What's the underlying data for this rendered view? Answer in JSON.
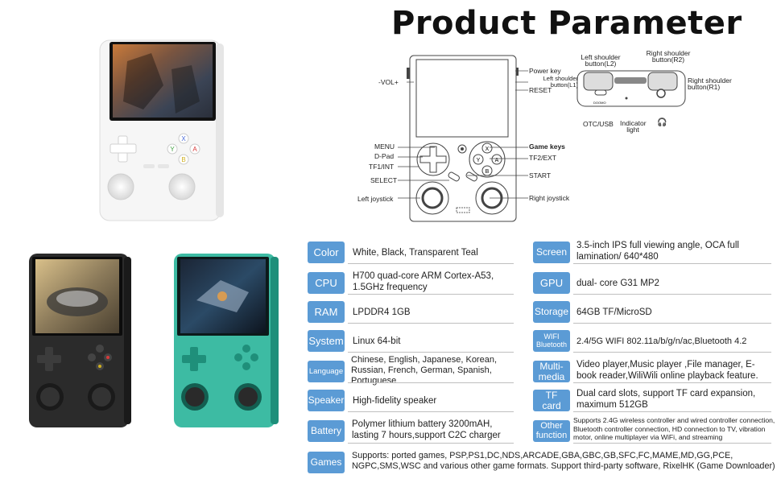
{
  "title": "Product Parameter",
  "diagram": {
    "front_labels_left": {
      "vol": "-VOL+",
      "menu": "MENU",
      "dpad": "D-Pad",
      "tf1": "TF1/INT",
      "select": "SELECT",
      "left_joystick": "Left joystick"
    },
    "front_labels_right": {
      "power": "Power key",
      "left_shoulder_small": "Left shoulder button(L1)",
      "reset": "RESET",
      "game_keys": "Game keys",
      "tf2": "TF2/EXT",
      "start": "START",
      "right_joystick": "Right joystick"
    },
    "top_labels": {
      "l2": "Left shoulder button(L2)",
      "r2": "Right shoulder button(R2)",
      "r1": "Right shoulder button(R1)",
      "otg": "OTC/USB",
      "indicator": "Indicator light",
      "headphone": "🎧"
    }
  },
  "specs": {
    "left": [
      {
        "label": "Color",
        "value": "White, Black, Transparent Teal"
      },
      {
        "label": "CPU",
        "value": "H700 quad-core ARM Cortex-A53, 1.5GHz frequency"
      },
      {
        "label": "RAM",
        "value": "LPDDR4  1GB"
      },
      {
        "label": "System",
        "value": "Linux 64-bit"
      },
      {
        "label": "Language",
        "value": "Chinese, English, Japanese, Korean, Russian, French, German, Spanish, Portuguese"
      },
      {
        "label": "Speaker",
        "value": "High-fidelity speaker"
      },
      {
        "label": "Battery",
        "value": "Polymer lithium battery 3200mAH, lasting 7  hours,support C2C charger"
      }
    ],
    "right": [
      {
        "label": "Screen",
        "value": "3.5-inch IPS full viewing angle, OCA full lamination/ 640*480"
      },
      {
        "label": "GPU",
        "value": "dual- core G31 MP2"
      },
      {
        "label": "Storage",
        "value": "64GB TF/MicroSD"
      },
      {
        "label": "WIFI Bluetooth",
        "value": "2.4/5G WIFI 802.11a/b/g/n/ac,Bluetooth 4.2"
      },
      {
        "label": "Multi-media",
        "value": "Video  player,Music player ,File manager, E-book reader,WiliWili online playback feature."
      },
      {
        "label": "TF card",
        "value": "Dual card slots, support TF card expansion, maximum 512GB"
      },
      {
        "label": "Other function",
        "value": "Supports 2.4G wireless controller and wired controller connection, Bluetooth controller connection, HD connection to TV, vibration motor, online multiplayer via WiFi, and streaming"
      }
    ],
    "games": {
      "label": "Games",
      "value": "Supports: ported games, PSP,PS1,DC,NDS,ARCADE,GBA,GBC,GB,SFC,FC,MAME,MD,GG,PCE, NGPC,SMS,WSC and various other game formats. Support third-party software, RixelHK (Game Downloader)"
    }
  },
  "devices": {
    "brand_mark": "DOOMO",
    "face_buttons": [
      "X",
      "Y",
      "A",
      "B"
    ]
  },
  "colors": {
    "badge": "#5b9bd5",
    "white_shell": "#f4f4f4",
    "black_shell": "#2a2a2a",
    "teal_shell": "#2bb39a"
  }
}
